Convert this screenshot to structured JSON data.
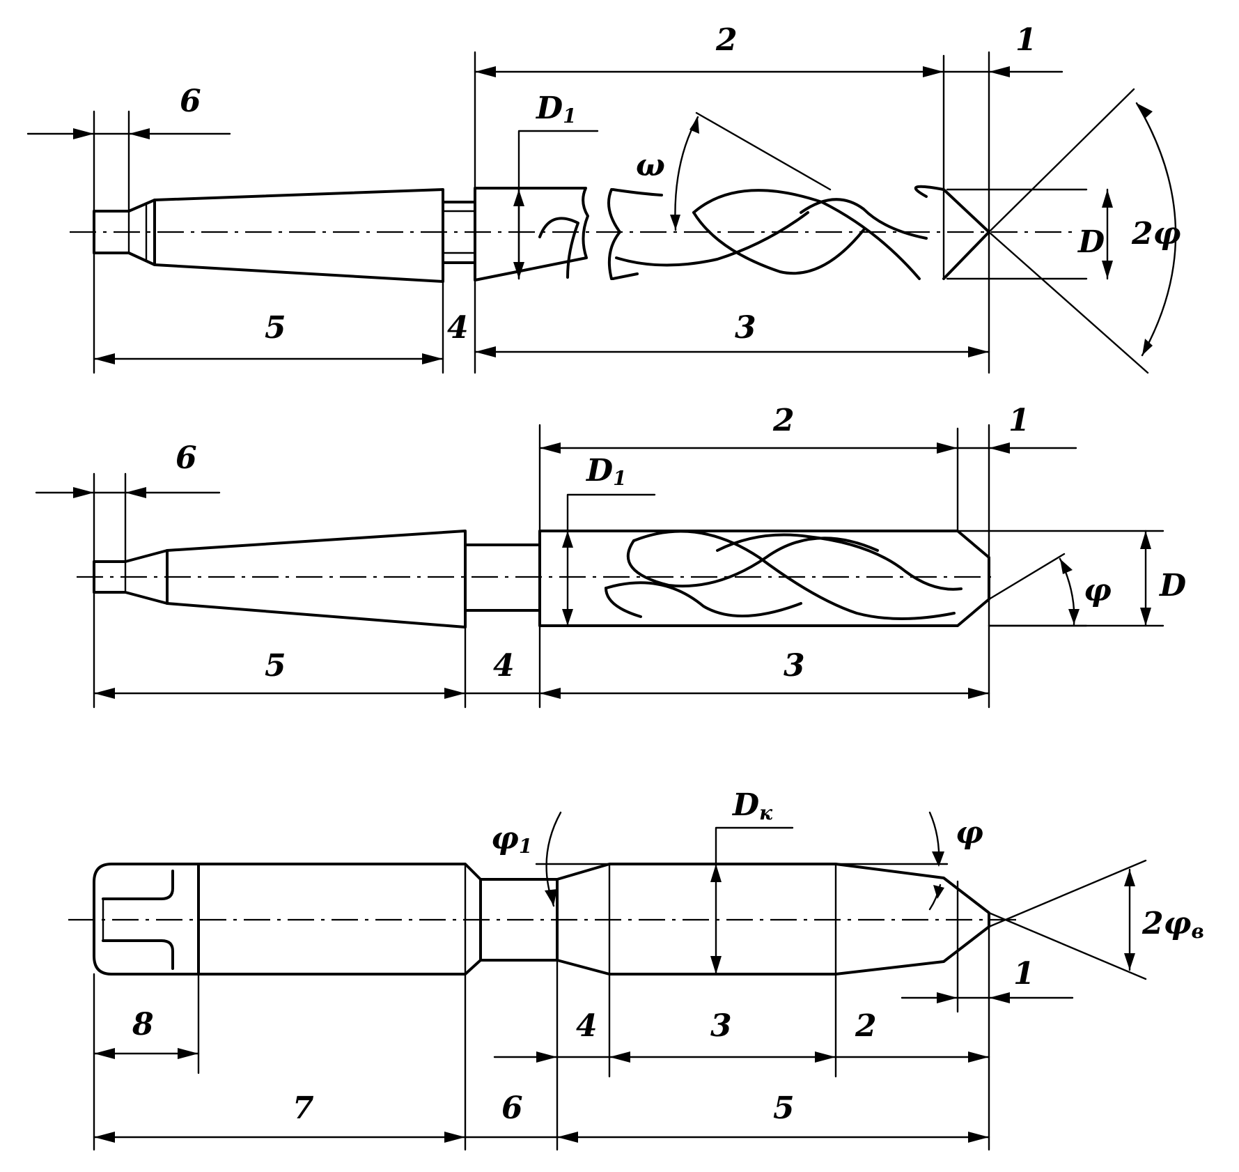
{
  "figures": [
    {
      "dimension_labels": [
        "1",
        "2",
        "3",
        "4",
        "5",
        "6"
      ],
      "symbols": {
        "d1": "D",
        "d1_sub": "1",
        "omega": "ω",
        "d": "D",
        "two_phi": "2φ"
      }
    },
    {
      "dimension_labels": [
        "1",
        "2",
        "3",
        "4",
        "5",
        "6"
      ],
      "symbols": {
        "d1": "D",
        "d1_sub": "1",
        "phi": "φ",
        "d": "D"
      }
    },
    {
      "dimension_labels": [
        "1",
        "2",
        "3",
        "4",
        "5",
        "6",
        "7",
        "8"
      ],
      "symbols": {
        "dk": "D",
        "dk_sub": "к",
        "phi1": "φ",
        "phi1_sub": "1",
        "phi": "φ",
        "two_phi_b": "2φ",
        "two_phi_b_sub": "в"
      }
    }
  ]
}
